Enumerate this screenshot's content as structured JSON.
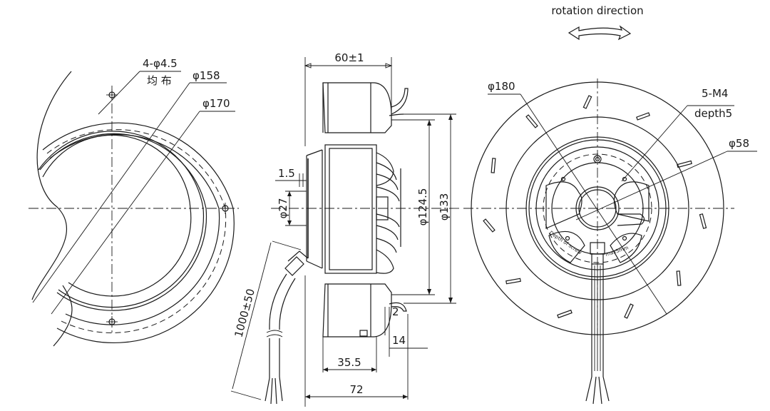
{
  "header": {
    "rotation_label": "rotation direction"
  },
  "left_view": {
    "hole_spec_line1": "4-φ4.5",
    "hole_spec_line2": "均 布",
    "dia_158": "φ158",
    "dia_170": "φ170"
  },
  "side_view": {
    "width_60": "60±1",
    "dim_1_5": "1.5",
    "dia_27": "φ27",
    "dia_124_5": "φ124.5",
    "dia_133": "φ133",
    "cable_length": "1000±50",
    "dim_2": "2",
    "dim_14": "14",
    "dim_35_5": "35.5",
    "dim_72": "72"
  },
  "right_view": {
    "dia_180": "φ180",
    "thread_spec": "5-M4",
    "thread_depth": "depth5",
    "dia_58": "φ58",
    "label_depth_of_screw": "Depth of screw",
    "label_max_5mm": "max5mm"
  },
  "colors": {
    "line": "#1a1a1a",
    "background": "#ffffff"
  }
}
